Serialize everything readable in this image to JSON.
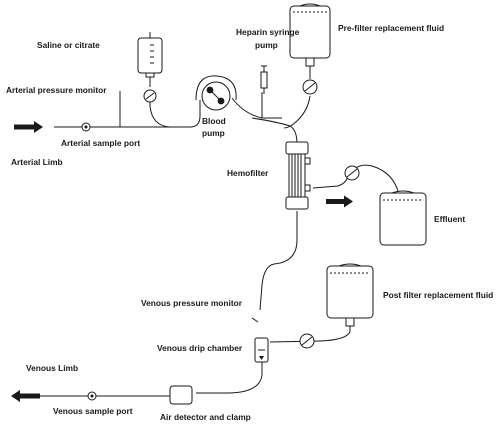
{
  "labels": {
    "saline": "Saline or citrate",
    "heparin_1": "Heparin syringe",
    "heparin_2": "pump",
    "prefilter": "Pre-filter replacement fluid",
    "arterial_monitor": "Arterial pressure monitor",
    "blood_pump_1": "Blood",
    "blood_pump_2": "pump",
    "arterial_sample": "Arterial sample port",
    "arterial_limb": "Arterial Limb",
    "hemofilter": "Hemofilter",
    "effluent": "Effluent",
    "postfilter": "Post filter replacement fluid",
    "venous_monitor": "Venous pressure monitor",
    "venous_drip": "Venous drip chamber",
    "venous_limb": "Venous Limb",
    "venous_sample": "Venous sample port",
    "air_detector": "Air detector and clamp"
  },
  "colors": {
    "line": "#1a1a1a",
    "background": "#ffffff"
  }
}
